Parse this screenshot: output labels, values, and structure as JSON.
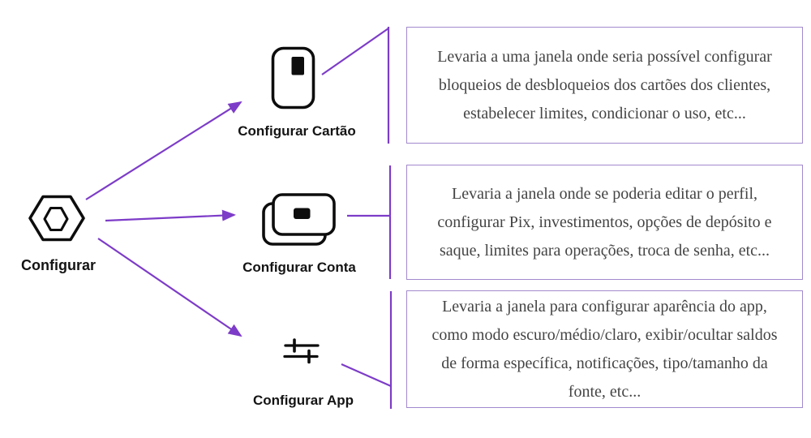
{
  "root": {
    "label": "Configurar",
    "icon": "hexagon-nut-icon"
  },
  "branches": [
    {
      "label": "Configurar Cartão",
      "icon": "card-icon",
      "description": "Levaria a uma janela onde seria possível configurar bloqueios de desbloqueios dos cartões dos clientes, estabelecer limites, condicionar o uso, etc..."
    },
    {
      "label": "Configurar Conta",
      "icon": "stacked-cards-icon",
      "description": "Levaria a janela onde se poderia editar o perfil, configurar Pix, investimentos, opções de depósito e saque, limites para operações, troca de senha, etc..."
    },
    {
      "label": "Configurar App",
      "icon": "sliders-icon",
      "description": "Levaria a janela para configurar aparência do app, como modo escuro/médio/claro, exibir/ocultar saldos de forma específica, notificações, tipo/tamanho da fonte, etc..."
    }
  ],
  "colors": {
    "connector": "#7d3cc8",
    "box_border": "#a289ce",
    "body_text": "#444444",
    "label_text": "#141414",
    "icon_stroke": "#0d0d0d"
  }
}
